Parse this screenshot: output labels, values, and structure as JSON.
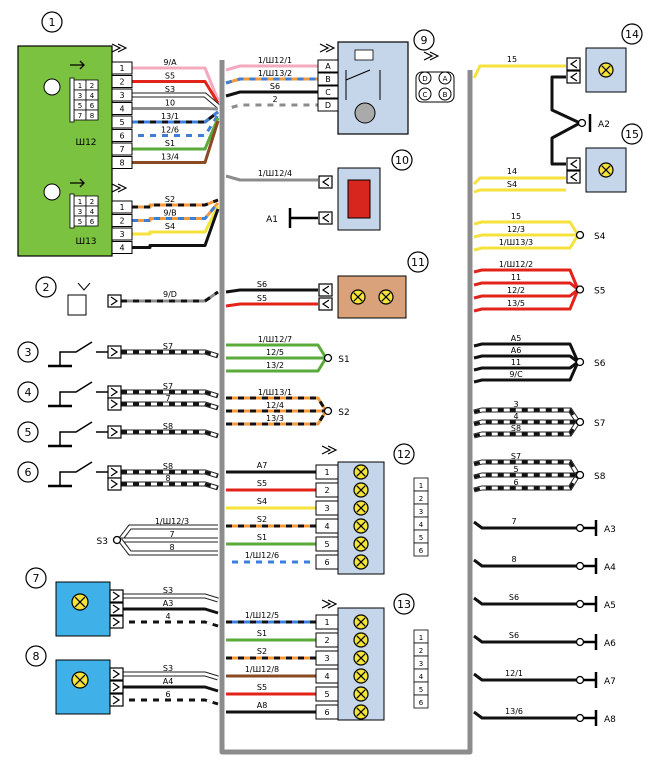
{
  "colors": {
    "pink": "#f4a9bf",
    "red": "#e2231a",
    "gray": "#8c8c8c",
    "black": "#111111",
    "white": "#ffffff",
    "blue": "#3d7fd6",
    "green": "#5aab3c",
    "brown": "#8b4a22",
    "orange": "#f39a3d",
    "yellow": "#f5e23b",
    "violet": "#8a4fb3",
    "connector_green": "#7cc241",
    "switch_blue": "#c5d6ea",
    "lamp_blue": "#3fb0e8",
    "lamp_brown": "#d9a27a",
    "bus": "#8c8c8c"
  },
  "icons": {
    "plug": "connector-arrow-icon",
    "lamp": "lamp-icon",
    "ground": "ground-icon",
    "switch": "switch-icon",
    "motor": "motor-icon"
  },
  "callouts": [
    "1",
    "2",
    "3",
    "4",
    "5",
    "6",
    "7",
    "8",
    "9",
    "10",
    "11",
    "12",
    "13",
    "14",
    "15"
  ],
  "block": {
    "label_top": "Ш12",
    "label_bottom": "Ш13",
    "grid_top": [
      "1",
      "2",
      "3",
      "4",
      "5",
      "6",
      "7",
      "8"
    ],
    "grid_bottom": [
      "1",
      "2",
      "3",
      "4",
      "5",
      "6"
    ],
    "pins_top": [
      "1",
      "2",
      "3",
      "4",
      "5",
      "6",
      "7",
      "8"
    ],
    "pins_bottom": [
      "1",
      "2",
      "3",
      "4"
    ],
    "wires_top": [
      {
        "label": "9/A",
        "color": [
          "pink"
        ]
      },
      {
        "label": "S5",
        "color": [
          "red"
        ]
      },
      {
        "label": "S3",
        "color": [
          "white"
        ]
      },
      {
        "label": "10",
        "color": [
          "gray"
        ]
      },
      {
        "label": "13/1",
        "color": [
          "black",
          "blue"
        ]
      },
      {
        "label": "12/6",
        "color": [
          "blue",
          "white"
        ]
      },
      {
        "label": "S1",
        "color": [
          "green"
        ]
      },
      {
        "label": "13/4",
        "color": [
          "brown"
        ]
      }
    ],
    "wires_bottom": [
      {
        "label": "S2",
        "color": [
          "orange",
          "black"
        ]
      },
      {
        "label": "9/B",
        "color": [
          "orange",
          "blue"
        ]
      },
      {
        "label": "S4",
        "color": [
          "yellow"
        ]
      },
      {
        "label": "",
        "color": [
          "black"
        ]
      }
    ]
  },
  "dev9": {
    "pins": [
      "A",
      "B",
      "C",
      "D"
    ],
    "wires": [
      {
        "label": "1/Ш12/1",
        "color": [
          "pink"
        ]
      },
      {
        "label": "1/Ш13/2",
        "color": [
          "orange",
          "blue"
        ]
      },
      {
        "label": "S6",
        "color": [
          "black"
        ]
      },
      {
        "label": "2",
        "color": [
          "gray",
          "white"
        ]
      }
    ],
    "plug_letters": [
      "D",
      "A",
      "C",
      "B"
    ]
  },
  "dev10": {
    "wire": "1/Ш12/4",
    "ground": "A1"
  },
  "dev2": {
    "wire": "9/D"
  },
  "dev11": {
    "wires": [
      {
        "label": "S6",
        "color": [
          "black"
        ]
      },
      {
        "label": "S5",
        "color": [
          "red"
        ]
      }
    ]
  },
  "splices_left": [
    {
      "node": "S1",
      "wires": [
        "1/Ш12/7",
        "12/5",
        "13/2"
      ],
      "color": [
        "green"
      ]
    },
    {
      "node": "S2",
      "wires": [
        "1/Ш13/1",
        "12/4",
        "13/3"
      ],
      "color": [
        "orange",
        "black"
      ]
    }
  ],
  "switches": [
    {
      "wires": [
        "S7"
      ]
    },
    {
      "wires": [
        "S7",
        "7"
      ]
    },
    {
      "wires": [
        "S8"
      ]
    },
    {
      "wires": [
        "S8",
        "8"
      ]
    }
  ],
  "splice_s3": {
    "node": "S3",
    "wires": [
      "1/Ш12/3",
      "7",
      "8"
    ]
  },
  "lamp12": {
    "pins": [
      "1",
      "2",
      "3",
      "4",
      "5",
      "6"
    ],
    "wires": [
      {
        "label": "A7",
        "color": [
          "black"
        ]
      },
      {
        "label": "S5",
        "color": [
          "red"
        ]
      },
      {
        "label": "S4",
        "color": [
          "yellow"
        ]
      },
      {
        "label": "S2",
        "color": [
          "orange",
          "black"
        ]
      },
      {
        "label": "S1",
        "color": [
          "green"
        ]
      },
      {
        "label": "1/Ш12/6",
        "color": [
          "blue",
          "white"
        ]
      }
    ]
  },
  "lamp13": {
    "pins": [
      "1",
      "2",
      "3",
      "4",
      "5",
      "6"
    ],
    "wires": [
      {
        "label": "1/Ш12/5",
        "color": [
          "blue",
          "black"
        ]
      },
      {
        "label": "S1",
        "color": [
          "green"
        ]
      },
      {
        "label": "S2",
        "color": [
          "orange",
          "black"
        ]
      },
      {
        "label": "1/Ш12/8",
        "color": [
          "brown"
        ]
      },
      {
        "label": "S5",
        "color": [
          "red"
        ]
      },
      {
        "label": "A8",
        "color": [
          "black"
        ]
      }
    ]
  },
  "grid12": [
    "1",
    "2",
    "3",
    "4",
    "5",
    "6"
  ],
  "grid13": [
    "1",
    "2",
    "3",
    "4",
    "5",
    "6"
  ],
  "lamp7": {
    "wires": [
      "S3",
      "A3",
      "4"
    ]
  },
  "lamp8": {
    "wires": [
      "S3",
      "A4",
      "6"
    ]
  },
  "lamp14": {
    "wire": "15"
  },
  "lamp15": {
    "wires": [
      "14",
      "S4"
    ],
    "ground": "A2"
  },
  "splices_right": [
    {
      "node": "S4",
      "wires": [
        "15",
        "12/3",
        "1/Ш13/3"
      ],
      "color": [
        "yellow"
      ]
    },
    {
      "node": "S5",
      "wires": [
        "1/Ш12/2",
        "11",
        "12/2",
        "13/5"
      ],
      "color": [
        "red"
      ]
    },
    {
      "node": "S6",
      "wires": [
        "A5",
        "A6",
        "11",
        "9/C"
      ],
      "color": [
        "black"
      ]
    },
    {
      "node": "S7",
      "wires": [
        "3",
        "4",
        "S8"
      ],
      "color": [
        "white",
        "black"
      ]
    },
    {
      "node": "S8",
      "wires": [
        "S7",
        "5",
        "6"
      ],
      "color": [
        "white",
        "black"
      ]
    }
  ],
  "grounds_right": [
    {
      "wire": "7",
      "node": "A3"
    },
    {
      "wire": "8",
      "node": "A4"
    },
    {
      "wire": "S6",
      "node": "A5"
    },
    {
      "wire": "S6",
      "node": "A6"
    },
    {
      "wire": "12/1",
      "node": "A7"
    },
    {
      "wire": "13/6",
      "node": "A8"
    }
  ]
}
